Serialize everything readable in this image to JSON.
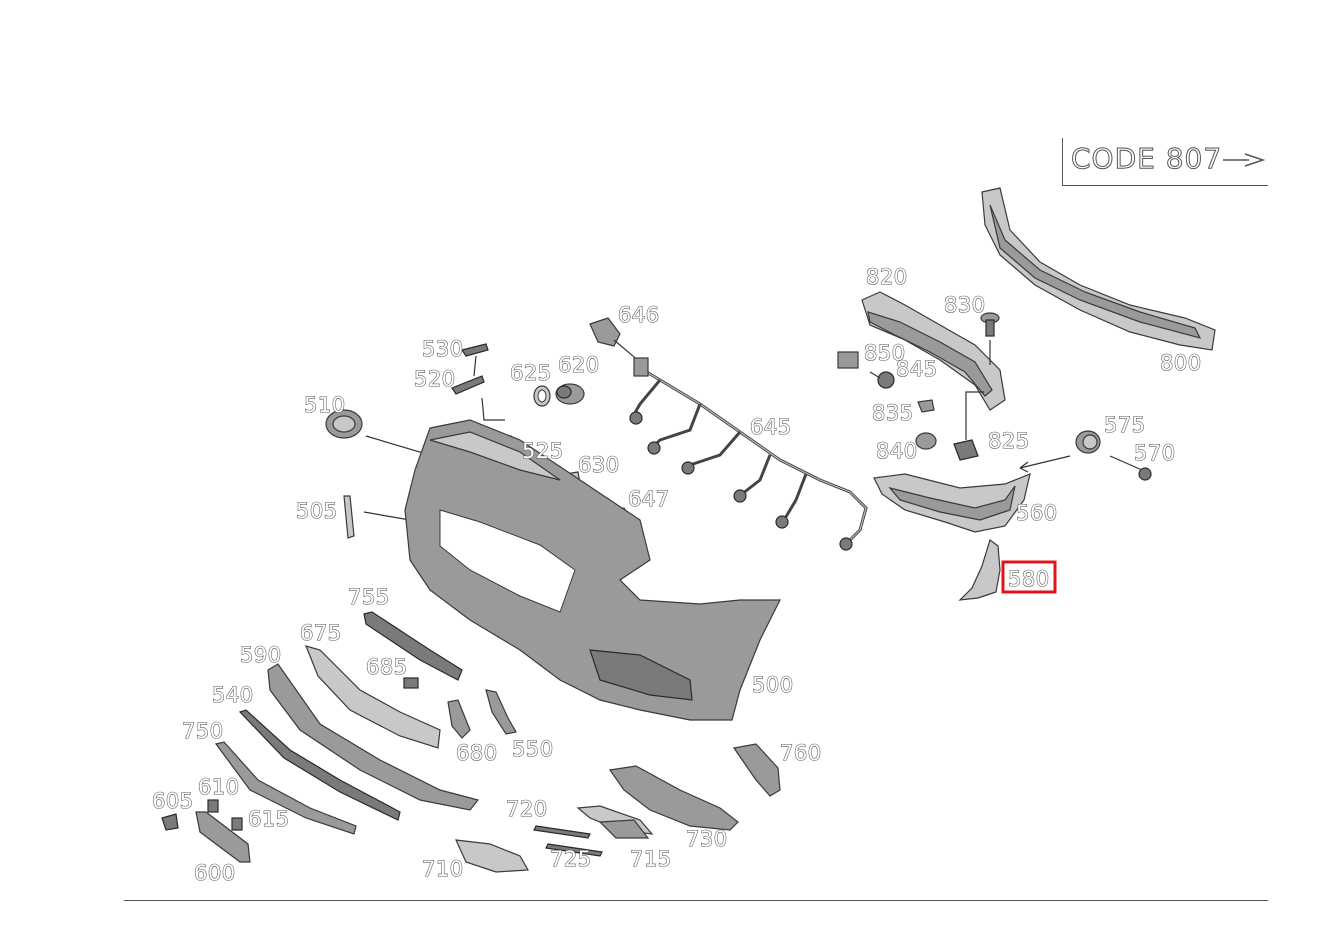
{
  "code_label": {
    "text": "CODE 807"
  },
  "highlighted_part": "580",
  "highlight_color": "#e0151b",
  "callouts": {
    "p800": "800",
    "p820": "820",
    "p830": "830",
    "p850": "850",
    "p845": "845",
    "p835": "835",
    "p840": "840",
    "p825": "825",
    "p575": "575",
    "p570": "570",
    "p560": "560",
    "p580": "580",
    "p646": "646",
    "p645": "645",
    "p647": "647",
    "p630": "630",
    "p620": "620",
    "p625": "625",
    "p530": "530",
    "p520": "520",
    "p510": "510",
    "p525": "525",
    "p505": "505",
    "p500": "500",
    "p755": "755",
    "p675": "675",
    "p685": "685",
    "p590": "590",
    "p540": "540",
    "p750": "750",
    "p680": "680",
    "p550": "550",
    "p760": "760",
    "p605": "605",
    "p610": "610",
    "p615": "615",
    "p600": "600",
    "p720": "720",
    "p730": "730",
    "p710": "710",
    "p725": "725",
    "p715": "715"
  }
}
